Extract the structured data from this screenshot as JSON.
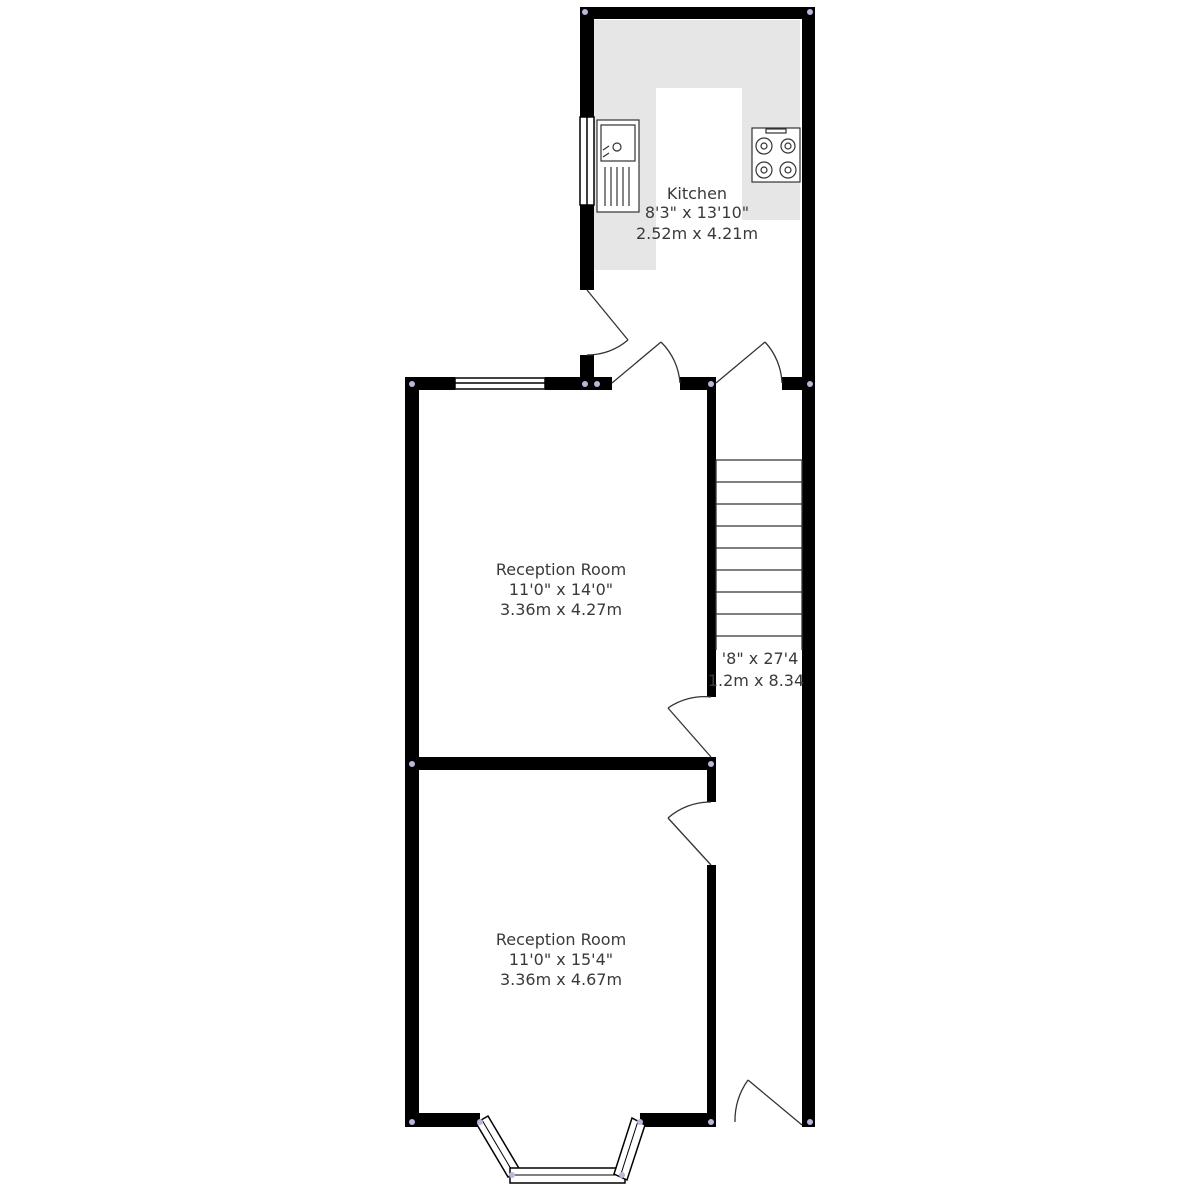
{
  "rooms": [
    {
      "id": "kitchen",
      "name": "Kitchen",
      "imperial": "8'3\" x 13'10\"",
      "metric": "2.52m x 4.21m"
    },
    {
      "id": "reception-1",
      "name": "Reception Room",
      "imperial": "11'0\" x 14'0\"",
      "metric": "3.36m x 4.27m"
    },
    {
      "id": "reception-2",
      "name": "Reception Room",
      "imperial": "11'0\" x 15'4\"",
      "metric": "3.36m x 4.67m"
    },
    {
      "id": "hallway",
      "name": "",
      "imperial": "'8\" x 27'4",
      "metric": "1.2m x 8.34"
    }
  ],
  "colors": {
    "wall": "#000000",
    "worktop": "#e6e6e6",
    "node": "#b8b8d8",
    "line": "#3a3a3a"
  }
}
